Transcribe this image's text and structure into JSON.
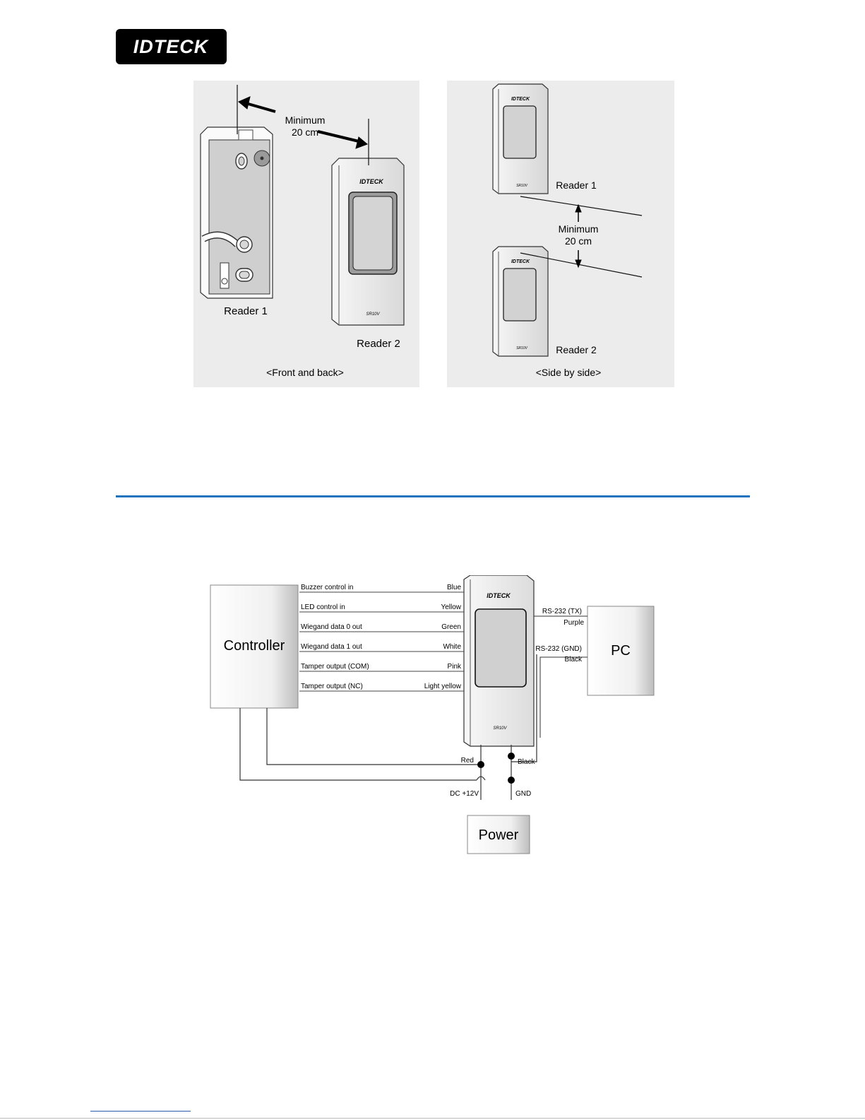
{
  "header": {
    "brand": "IDTECK"
  },
  "placement": {
    "front_back": {
      "min_label_1": "Minimum",
      "min_label_2": "20 cm",
      "reader1": "Reader 1",
      "reader2": "Reader 2",
      "caption": "<Front and back>",
      "device_brand": "IDTECK",
      "device_model": "SR10V"
    },
    "side_by_side": {
      "min_label_1": "Minimum",
      "min_label_2": "20 cm",
      "reader1": "Reader 1",
      "reader2": "Reader 2",
      "caption": "<Side by side>",
      "device_brand": "IDTECK",
      "device_model": "SR10V"
    }
  },
  "wiring": {
    "controller": "Controller",
    "pc": "PC",
    "power": "Power",
    "device_brand": "IDTECK",
    "device_model": "SR10V",
    "signals": [
      {
        "name": "Buzzer control in",
        "color": "Blue"
      },
      {
        "name": "LED control in",
        "color": "Yellow"
      },
      {
        "name": "Wiegand data 0 out",
        "color": "Green"
      },
      {
        "name": "Wiegand data 1 out",
        "color": "White"
      },
      {
        "name": "Tamper output (COM)",
        "color": "Pink"
      },
      {
        "name": "Tamper output (NC)",
        "color": "Light yellow"
      }
    ],
    "rs232_tx": "RS-232 (TX)",
    "rs232_tx_color": "Purple",
    "rs232_gnd": "RS-232 (GND)",
    "rs232_gnd_color": "Black",
    "red": "Red",
    "black": "Black",
    "dc12": "DC +12V",
    "gnd": "GND"
  },
  "colors": {
    "divider": "#1e73be",
    "panel": "#ececec"
  }
}
